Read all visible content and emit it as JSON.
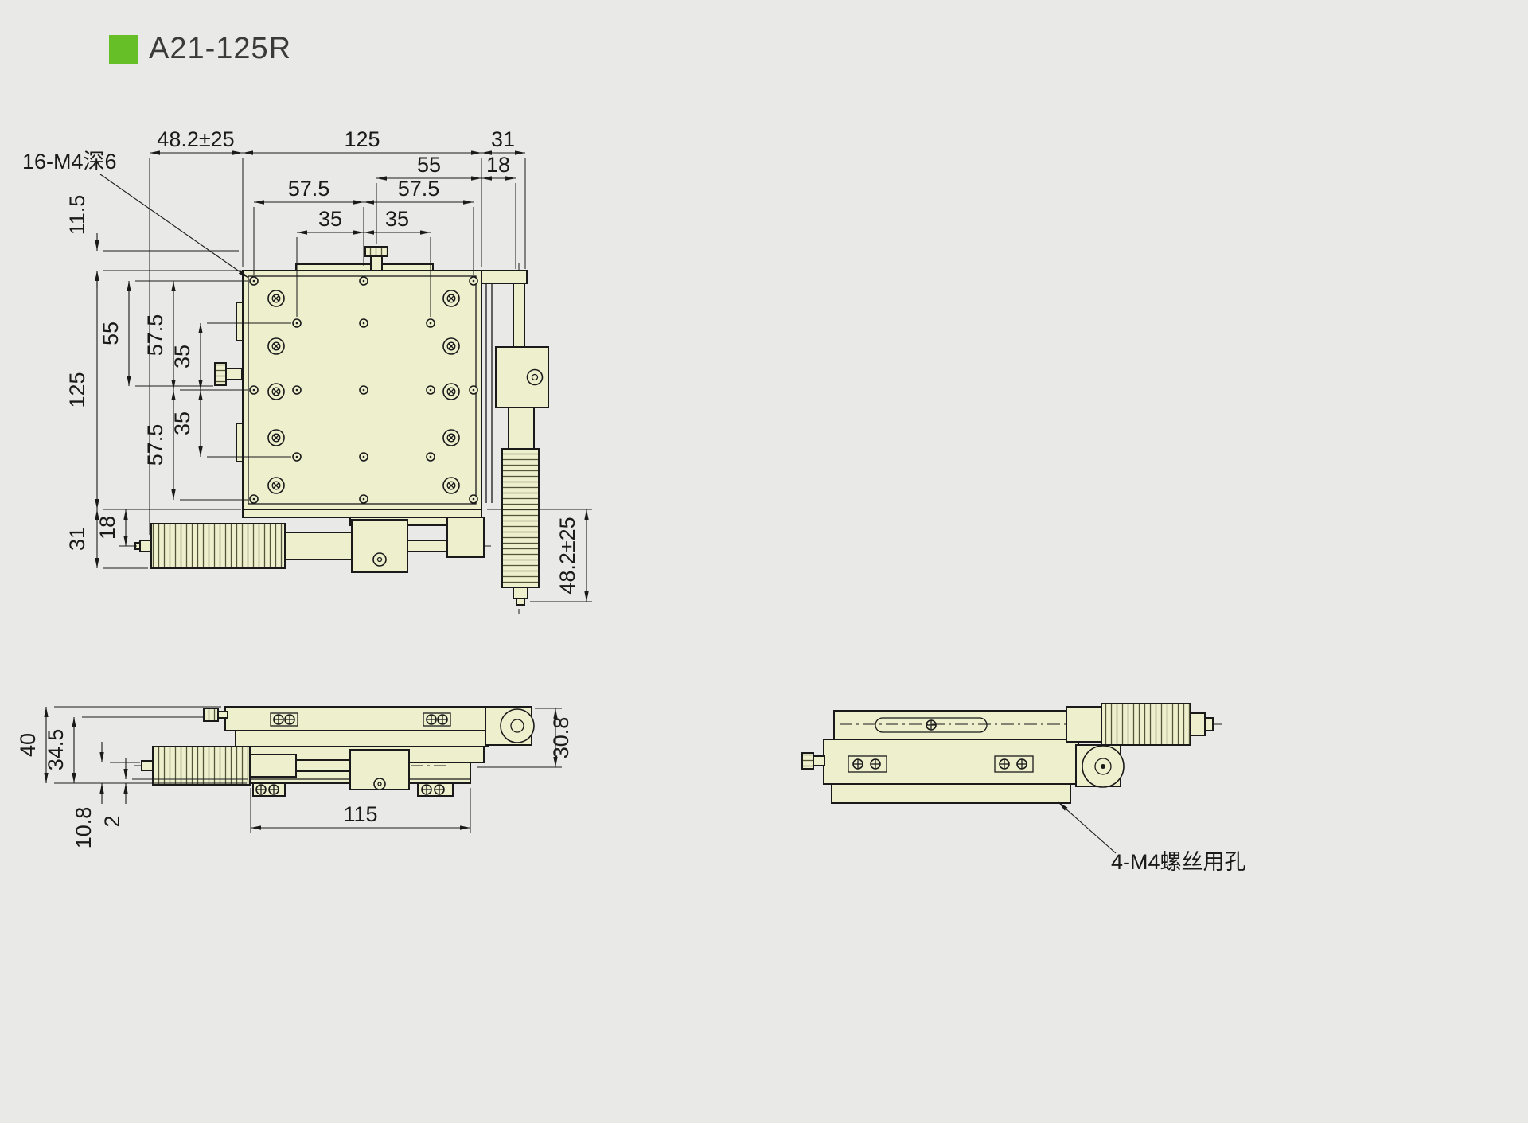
{
  "page": {
    "background": "#e9e9e7",
    "accent": "#66bf27",
    "part_fill": "#edefcd",
    "line_color": "#1a1a1a"
  },
  "header": {
    "title": "A21-125R"
  },
  "notes": {
    "plan_holes": "16-M4深6",
    "side_holes": "4-M4螺丝用孔"
  },
  "dims": {
    "plan": {
      "travel_top": "48.2±25",
      "width": "125",
      "right31": "31",
      "span55": "55",
      "right18": "18",
      "left575": "57.5",
      "right575": "57.5",
      "left35": "35",
      "right35": "35",
      "v115": "11.5",
      "v55": "55",
      "v575u": "57.5",
      "v35u": "35",
      "v125": "125",
      "v35l": "35",
      "v575l": "57.5",
      "v31": "31",
      "v18": "18",
      "travel_right": "48.2±25"
    },
    "front": {
      "h40": "40",
      "h345": "34.5",
      "h108": "10.8",
      "h2": "2",
      "w115": "115",
      "h308": "30.8"
    }
  }
}
